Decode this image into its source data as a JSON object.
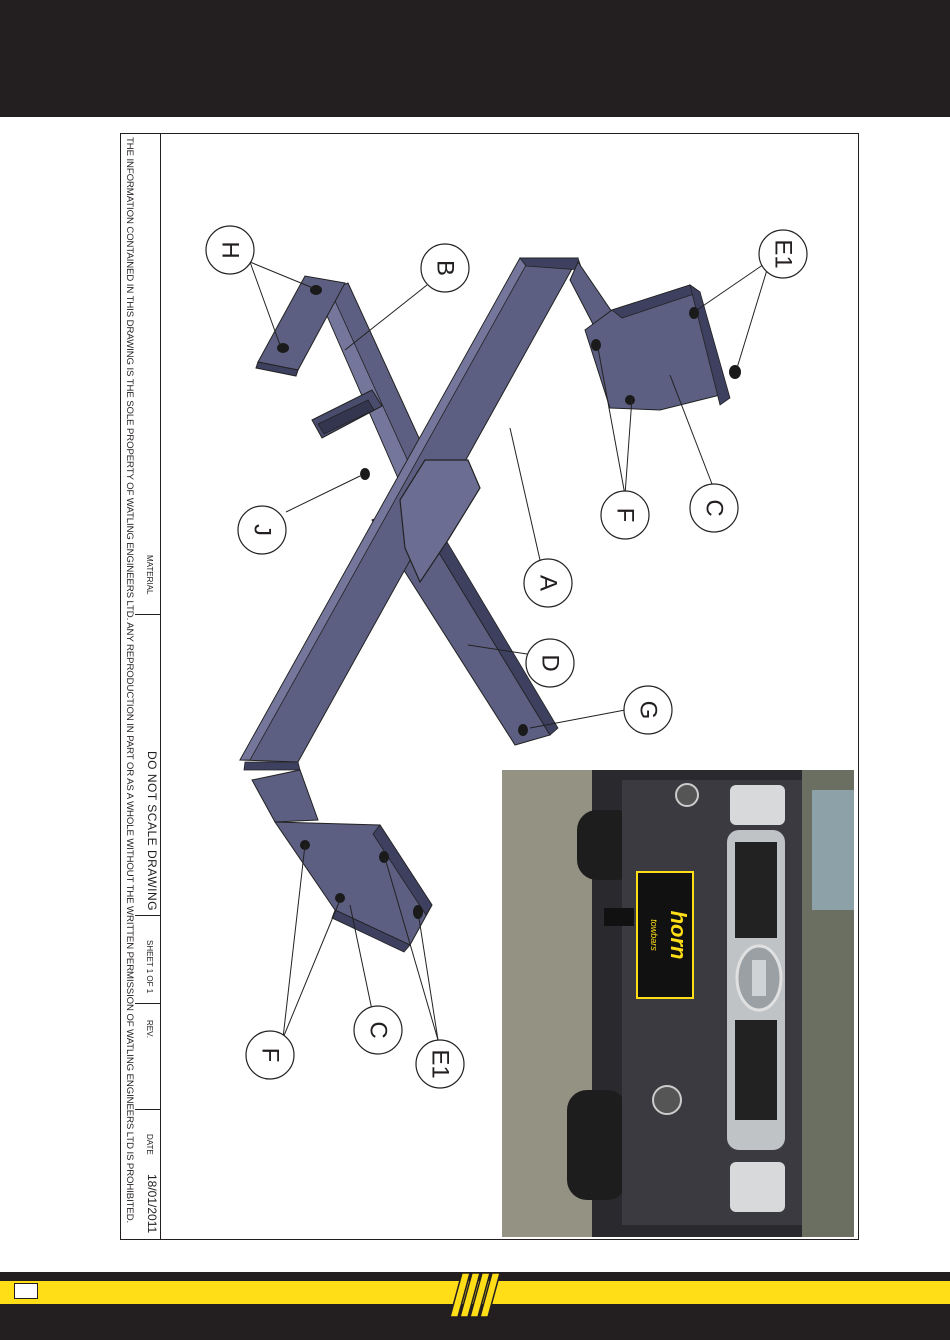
{
  "disclaimer": "THE INFORMATION CONTAINED IN THIS DRAWING IS THE SOLE PROPERTY OF WATLING ENGINEERS LTD.  ANY REPRODUCTION IN PART OR AS A WHOLE WITHOUT THE WRITTEN PERMISSION OF WATLING ENGINEERS LTD IS PROHIBITED.",
  "title_block": {
    "material_label": "MATERIAL",
    "note": "DO  NOT  SCALE  DRAWING",
    "sheet": "SHEET 1 OF 1",
    "rev_label": "REV.",
    "date_label": "DATE",
    "date_value": "18/01/2011"
  },
  "callouts": {
    "A": "A",
    "B": "B",
    "C1": "C",
    "C2": "C",
    "D": "D",
    "E1": "E1",
    "E2": "E1",
    "F1": "F",
    "F2": "F",
    "G": "G",
    "H": "H",
    "J": "J"
  },
  "photo": {
    "logo_text": "horn",
    "logo_subtext": "towbars"
  },
  "colors": {
    "band": "#231f20",
    "stripe": "#ffde17",
    "part": "#5c5f82",
    "part_light": "#74779b",
    "part_dark": "#3e4060"
  }
}
